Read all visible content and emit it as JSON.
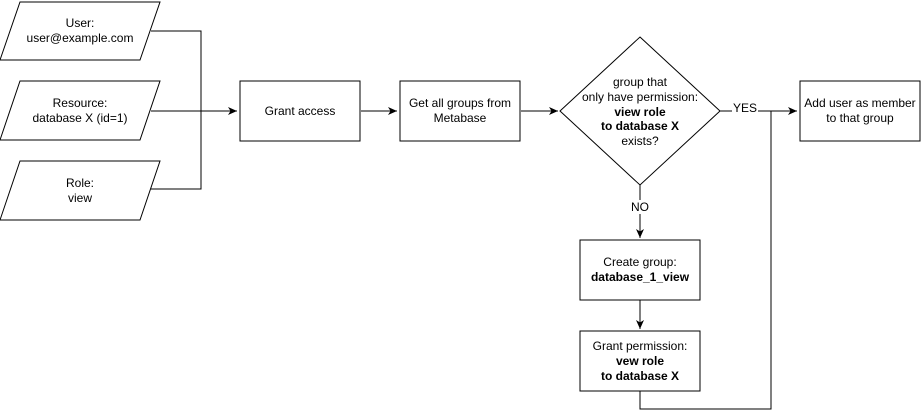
{
  "inputs": {
    "user": {
      "line1": "User:",
      "line2": "user@example.com"
    },
    "resource": {
      "line1": "Resource:",
      "line2": "database X (id=1)"
    },
    "role": {
      "line1": "Role:",
      "line2": "view"
    }
  },
  "steps": {
    "grant_access": "Grant access",
    "get_groups": {
      "line1": "Get all groups from",
      "line2": "Metabase"
    },
    "decision": {
      "line1": "group that",
      "line2": "only have permission:",
      "line3": "view role",
      "line4": "to database X",
      "line5": "exists?"
    },
    "add_user": {
      "line1": "Add user as member",
      "line2": "to that group"
    },
    "create_group": {
      "line1": "Create group:",
      "line2": "database_1_view"
    },
    "grant_permission": {
      "line1": "Grant permission:",
      "line2": "vew role",
      "line3": "to database X"
    }
  },
  "edge_labels": {
    "yes": "YES",
    "no": "NO"
  },
  "colors": {
    "stroke": "#000000",
    "fill": "#ffffff",
    "text": "#000000"
  }
}
